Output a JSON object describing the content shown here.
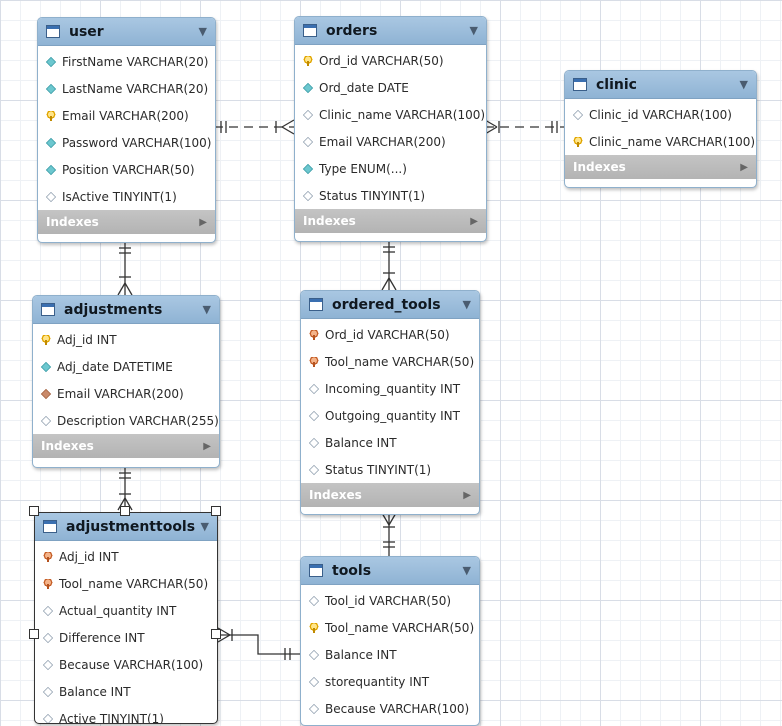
{
  "tables": {
    "user": {
      "name": "user",
      "columns": [
        {
          "text": "FirstName VARCHAR(20)",
          "icon": "index-diamond-icon"
        },
        {
          "text": "LastName VARCHAR(20)",
          "icon": "index-diamond-icon"
        },
        {
          "text": "Email VARCHAR(200)",
          "icon": "primary-key-icon"
        },
        {
          "text": "Password VARCHAR(100)",
          "icon": "index-diamond-icon"
        },
        {
          "text": "Position VARCHAR(50)",
          "icon": "index-diamond-icon"
        },
        {
          "text": "IsActive TINYINT(1)",
          "icon": "nullable-diamond-icon"
        }
      ],
      "indexes_label": "Indexes"
    },
    "orders": {
      "name": "orders",
      "columns": [
        {
          "text": "Ord_id VARCHAR(50)",
          "icon": "primary-key-icon"
        },
        {
          "text": "Ord_date DATE",
          "icon": "index-diamond-icon"
        },
        {
          "text": "Clinic_name VARCHAR(100)",
          "icon": "nullable-diamond-icon"
        },
        {
          "text": "Email VARCHAR(200)",
          "icon": "nullable-diamond-icon"
        },
        {
          "text": "Type ENUM(...)",
          "icon": "index-diamond-icon"
        },
        {
          "text": "Status TINYINT(1)",
          "icon": "nullable-diamond-icon"
        }
      ],
      "indexes_label": "Indexes"
    },
    "clinic": {
      "name": "clinic",
      "columns": [
        {
          "text": "Clinic_id VARCHAR(100)",
          "icon": "nullable-diamond-icon"
        },
        {
          "text": "Clinic_name VARCHAR(100)",
          "icon": "primary-key-icon"
        }
      ],
      "indexes_label": "Indexes"
    },
    "adjustments": {
      "name": "adjustments",
      "columns": [
        {
          "text": "Adj_id INT",
          "icon": "primary-key-icon"
        },
        {
          "text": "Adj_date DATETIME",
          "icon": "index-diamond-icon"
        },
        {
          "text": "Email VARCHAR(200)",
          "icon": "foreign-key-diamond-icon"
        },
        {
          "text": "Description VARCHAR(255)",
          "icon": "nullable-diamond-icon"
        }
      ],
      "indexes_label": "Indexes"
    },
    "ordered_tools": {
      "name": "ordered_tools",
      "columns": [
        {
          "text": "Ord_id VARCHAR(50)",
          "icon": "foreign-primary-key-icon"
        },
        {
          "text": "Tool_name VARCHAR(50)",
          "icon": "foreign-primary-key-icon"
        },
        {
          "text": "Incoming_quantity INT",
          "icon": "nullable-diamond-icon"
        },
        {
          "text": "Outgoing_quantity INT",
          "icon": "nullable-diamond-icon"
        },
        {
          "text": "Balance INT",
          "icon": "nullable-diamond-icon"
        },
        {
          "text": "Status TINYINT(1)",
          "icon": "nullable-diamond-icon"
        }
      ],
      "indexes_label": "Indexes"
    },
    "adjustmenttools": {
      "name": "adjustmenttools",
      "columns": [
        {
          "text": "Adj_id INT",
          "icon": "foreign-primary-key-icon"
        },
        {
          "text": "Tool_name VARCHAR(50)",
          "icon": "foreign-primary-key-icon"
        },
        {
          "text": "Actual_quantity INT",
          "icon": "nullable-diamond-icon"
        },
        {
          "text": "Difference INT",
          "icon": "nullable-diamond-icon"
        },
        {
          "text": "Because VARCHAR(100)",
          "icon": "nullable-diamond-icon"
        },
        {
          "text": "Balance INT",
          "icon": "nullable-diamond-icon"
        },
        {
          "text": "Active TINYINT(1)",
          "icon": "nullable-diamond-icon"
        }
      ]
    },
    "tools": {
      "name": "tools",
      "columns": [
        {
          "text": "Tool_id VARCHAR(50)",
          "icon": "nullable-diamond-icon"
        },
        {
          "text": "Tool_name VARCHAR(50)",
          "icon": "primary-key-icon"
        },
        {
          "text": "Balance INT",
          "icon": "nullable-diamond-icon"
        },
        {
          "text": "storequantity INT",
          "icon": "nullable-diamond-icon"
        },
        {
          "text": "Because VARCHAR(100)",
          "icon": "nullable-diamond-icon"
        }
      ]
    }
  },
  "colors": {
    "header_top": "#a9c7e2",
    "header_bottom": "#8fb3d4",
    "index_bar": "#b9b9b9",
    "connector": "#333333"
  }
}
